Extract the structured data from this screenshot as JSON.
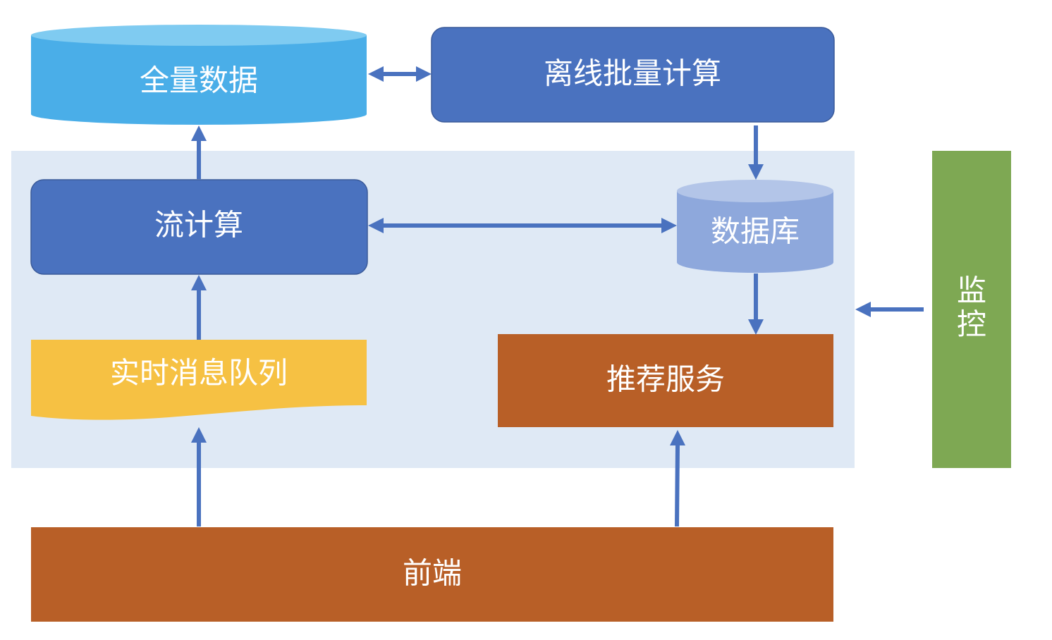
{
  "nodes": {
    "full_data": {
      "label": "全量数据",
      "color": "#4aaee8",
      "top_color": "#7fcbf1"
    },
    "offline_batch": {
      "label": "离线批量计算",
      "color": "#4a72bf"
    },
    "stream_compute": {
      "label": "流计算",
      "color": "#4a72bf"
    },
    "database": {
      "label": "数据库",
      "color": "#8ea8dc",
      "top_color": "#b3c5e8"
    },
    "message_queue": {
      "label": "实时消息队列",
      "color": "#f6c143"
    },
    "recommend_service": {
      "label": "推荐服务",
      "color": "#b85f27"
    },
    "frontend": {
      "label": "前端",
      "color": "#b85f27"
    },
    "monitor": {
      "label_line1": "监",
      "label_line2": "控",
      "color": "#7ea853"
    }
  },
  "group_region_color": "#dfe9f5",
  "arrow_color": "#4a72bf"
}
